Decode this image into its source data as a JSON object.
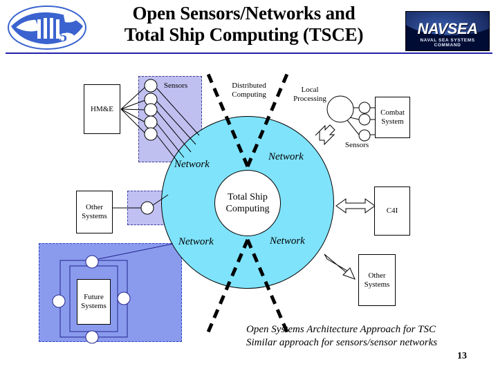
{
  "header": {
    "title_line1": "Open Sensors/Networks and",
    "title_line2": "Total Ship Computing (TSCE)",
    "left_logo_icon": "ship-emblem-icon",
    "right_logo": {
      "wordmark": "NAVSEA",
      "subtitle": "NAVAL SEA SYSTEMS COMMAND",
      "background_color": "#000c33"
    },
    "rule_color": "#2222aa"
  },
  "diagram": {
    "center": {
      "core_label_line1": "Total Ship",
      "core_label_line2": "Computing",
      "ring_color": "#7fe3fb",
      "core_color": "#ffffff",
      "network_labels": [
        "Network",
        "Network",
        "Network",
        "Network"
      ]
    },
    "annotations": [
      {
        "label_line1": "Distributed",
        "label_line2": "Computing"
      },
      {
        "label_line1": "Local",
        "label_line2": "Processing"
      }
    ],
    "left_top": {
      "box_label": "HM&E",
      "zone_label": "Sensors",
      "sensor_count": 5,
      "zone_color": "#bfbff0"
    },
    "left_middle": {
      "box_label_line1": "Other",
      "box_label_line2": "Systems",
      "zone_color": "#c0c0f2"
    },
    "left_bottom": {
      "box_label_line1": "Future",
      "box_label_line2": "Systems",
      "zone_color": "#8a9bee",
      "node_count": 4
    },
    "right_top": {
      "processing_node": "local-processing-node",
      "box_label_line1": "Combat",
      "box_label_line2": "System",
      "zone_label": "Sensors",
      "sensor_count": 3
    },
    "right_middle": {
      "box_label": "C4I",
      "connector": "double-headed-arrow"
    },
    "right_bottom": {
      "box_label_line1": "Other",
      "box_label_line2": "Systems",
      "connector": "single-headed-arrow"
    }
  },
  "footer": {
    "caption_line1": "Open Systems Architecture Approach for TSC",
    "caption_line2": "Similar approach for sensors/sensor networks",
    "page_number": "13"
  }
}
